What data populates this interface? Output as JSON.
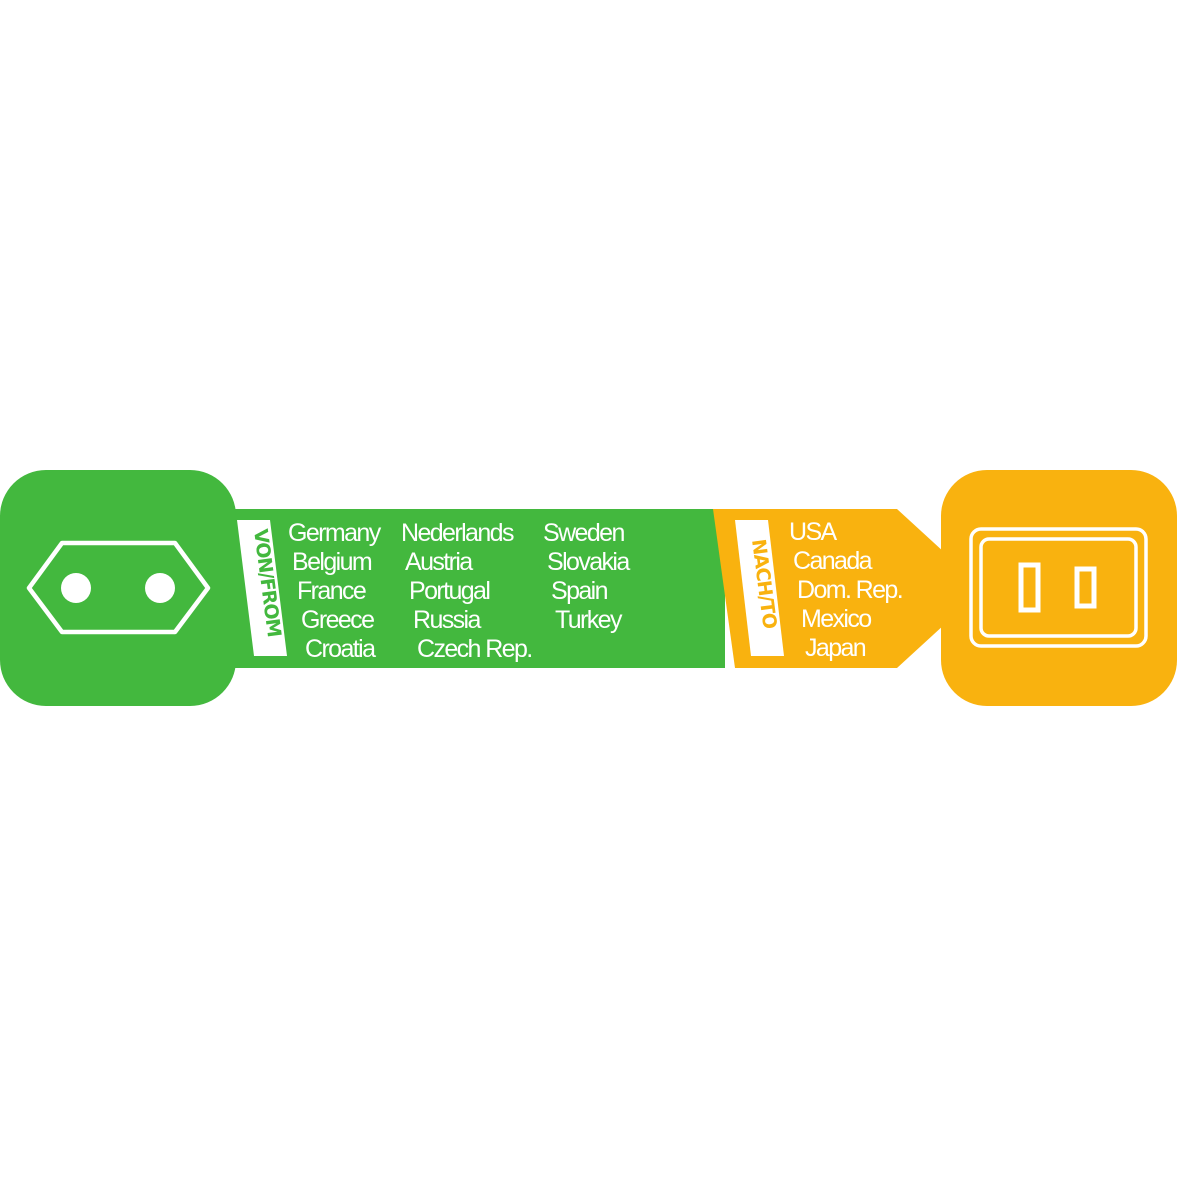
{
  "colors": {
    "from": "#43b83e",
    "to": "#f9b20f",
    "ink": "#ffffff"
  },
  "from": {
    "label": "VON/FROM",
    "plug_icon": "europlug-type-c-icon",
    "columns": [
      [
        "Germany",
        "Belgium",
        "France",
        "Greece",
        "Croatia"
      ],
      [
        "Nederlands",
        "Austria",
        "Portugal",
        "Russia",
        "Czech Rep."
      ],
      [
        "Sweden",
        "Slovakia",
        "Spain",
        "Turkey"
      ]
    ]
  },
  "to": {
    "label": "NACH/TO",
    "socket_icon": "type-a-socket-icon",
    "countries": [
      "USA",
      "Canada",
      "Dom. Rep.",
      "Mexico",
      "Japan"
    ]
  }
}
